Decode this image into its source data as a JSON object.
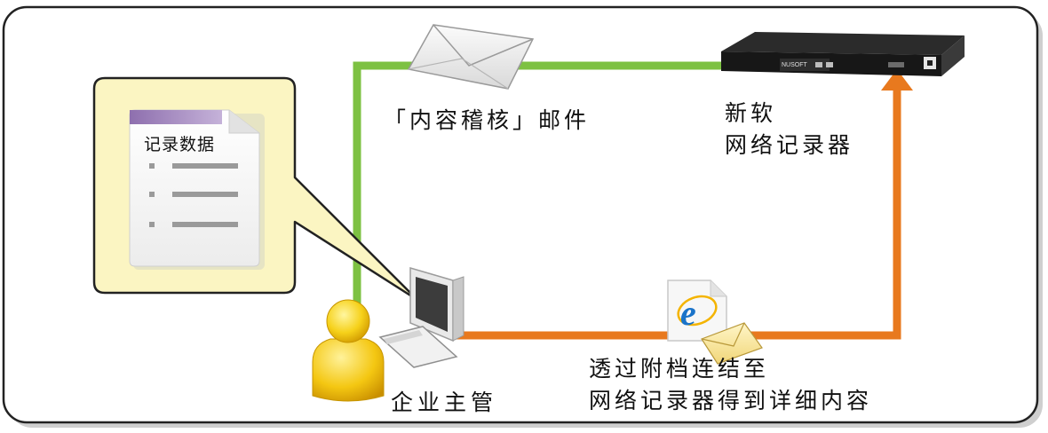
{
  "labels": {
    "mail": "「内容稽核」邮件",
    "logger_line1": "新软",
    "logger_line2": "网络记录器",
    "manager": "企业主管",
    "attach_line1": "透过附档连结至",
    "attach_line2": "网络记录器得到详细内容"
  },
  "callout": {
    "doc_title": "记录数据"
  },
  "device": {
    "brand": "NUSOFT"
  },
  "colors": {
    "green_path": "#7dc142",
    "orange_path": "#e8791e",
    "callout_fill": "#fbf5c2",
    "callout_border": "#222222"
  },
  "icons": [
    "envelope-icon",
    "server-device-icon",
    "computer-icon",
    "user-icon",
    "ie-document-icon",
    "document-icon",
    "arrow-up-icon"
  ]
}
